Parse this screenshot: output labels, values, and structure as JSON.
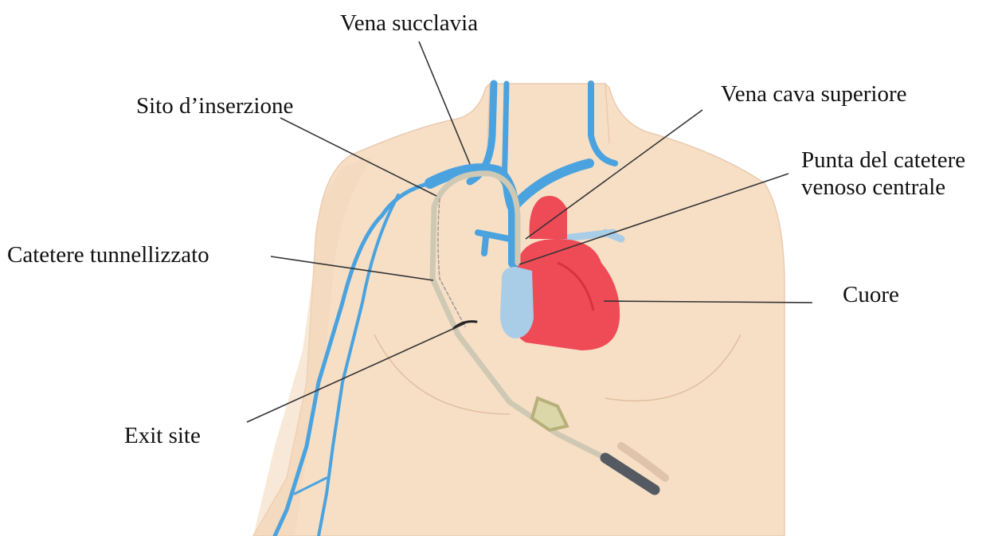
{
  "labels": {
    "vena_succlavia": "Vena succlavia",
    "sito_inserzione": "Sito d’inserzione",
    "vena_cava_superiore": "Vena cava superiore",
    "punta_line1": "Punta del catetere",
    "punta_line2": "venoso centrale",
    "catetere_tunnellizzato": "Catetere tunnellizzato",
    "cuore": "Cuore",
    "exit_site": "Exit site"
  },
  "colors": {
    "skin": "#f7dfc6",
    "skin_outline": "#e2c3a4",
    "vein": "#4aa3df",
    "heart": "#ef4b57",
    "heart_dark": "#d8323e",
    "atrium": "#a9cde6",
    "catheter": "#d9d6c8",
    "leader": "#333333"
  },
  "icons": [
    "heart-illustration",
    "catheter-illustration",
    "torso-illustration"
  ]
}
